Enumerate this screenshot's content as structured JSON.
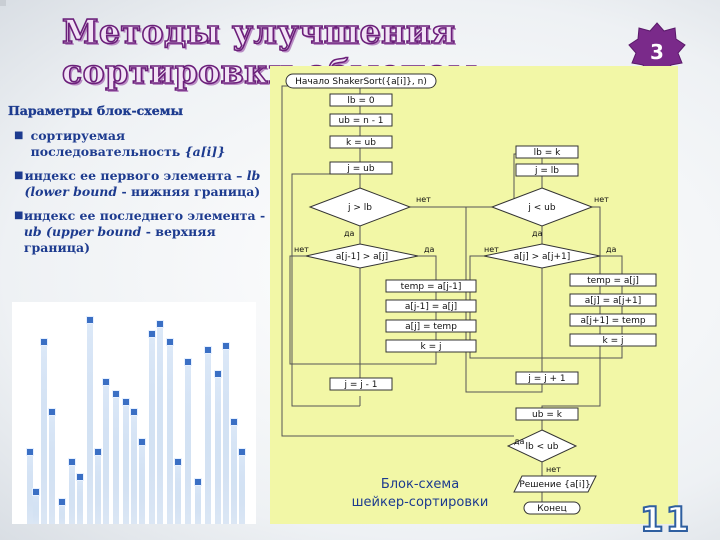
{
  "title": "Методы улучшения сортировки обменом",
  "badge_number": "3",
  "params_title": "Параметры блок-схемы",
  "bullets": [
    {
      "pre": "сортируемая последовательность ",
      "em": "{a[i]}",
      "post": ""
    },
    {
      "pre": "индекс ее первого элемента – ",
      "em": "lb (lower bound",
      "post": " - нижняя граница)"
    },
    {
      "pre": "индекс ее последнего элемента - ",
      "em": "ub (upper bound",
      "post": " - верхняя граница)"
    }
  ],
  "flowchart": {
    "start": "Начало ShakerSort({a[i]}, n)",
    "lb0": "lb = 0",
    "ubn": "ub = n - 1",
    "kub": "k = ub",
    "jub": "j = ub",
    "cond_j_lb": "j > lb",
    "cond_swap1": "a[j-1] > a[j]",
    "temp1": "temp = a[j-1]",
    "assign1": "a[j-1] = a[j]",
    "assign2": "a[j] = temp",
    "kj1": "k = j",
    "jdec": "j = j - 1",
    "lbk": "lb = k",
    "jlb": "j = lb",
    "cond_j_ub": "j < ub",
    "cond_swap2": "a[j] > a[j+1]",
    "temp2": "temp = a[j]",
    "assign3": "a[j] = a[j+1]",
    "assign4": "a[j+1] = temp",
    "kj2": "k = j",
    "jinc": "j = j + 1",
    "ubk": "ub = k",
    "cond_lb_ub": "lb < ub",
    "result": "Решение {a[i]}",
    "end": "Конец",
    "yes": "да",
    "no": "нет",
    "caption_line1": "Блок-схема",
    "caption_line2": "шейкер-сортировки"
  },
  "page_number": "11",
  "colors": {
    "title_fill": "#f2e3f6",
    "title_stroke": "#6b1f7a",
    "text_blue": "#1d3b8f",
    "flowchart_bg": "#f2f7a6",
    "badge": "#7a2a8a",
    "page_num": "#2f5fa0"
  }
}
